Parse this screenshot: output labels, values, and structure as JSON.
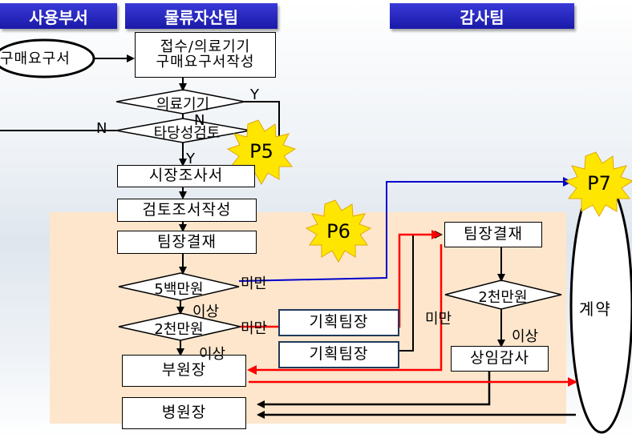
{
  "headers": {
    "user_dept": "사용부서",
    "logistics": "물류자산팀",
    "audit": "감사팀"
  },
  "nodes": {
    "purchase_request": "구매요구서",
    "receipt_line1": "접수/의료기기",
    "receipt_line2": "구매요구서작성",
    "medical_device": "의료기기",
    "validity_review": "타당성검토",
    "market_research": "시장조사서",
    "review_writing": "검토조서작성",
    "team_leader_approval": "팀장결재",
    "five_million": "5백만원",
    "twenty_million": "2천만원",
    "planning_lead_1": "기획팀장",
    "planning_lead_2": "기획팀장",
    "vice_director": "부원장",
    "hospital_director": "병원장",
    "audit_team_leader": "팀장결재",
    "audit_twenty_million": "2천만원",
    "standing_auditor": "상임감사",
    "contract": "계약"
  },
  "edge_labels": {
    "y1": "Y",
    "n1": "N",
    "n2": "N",
    "y2": "Y",
    "under": "미만",
    "over1": "이상",
    "under2": "미만",
    "over2": "이상",
    "audit_under": "미만",
    "audit_over": "이상"
  },
  "badges": {
    "p5": "P5",
    "p6": "P6",
    "p7": "P7"
  },
  "colors": {
    "header": "#1a1aa8",
    "highlight_area": "#fde6cc",
    "red_flow": "#ff0000",
    "blue_flow": "#0000cc",
    "burst": "#ffe600"
  }
}
